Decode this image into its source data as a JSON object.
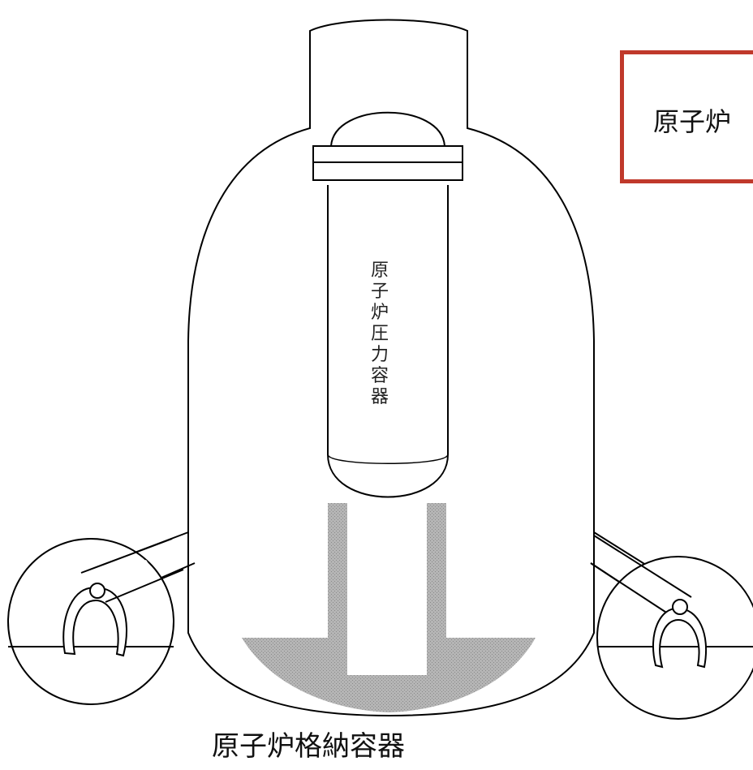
{
  "diagram": {
    "vessel_label": "原子炉圧力容器",
    "containment_label": "原子炉格納容器",
    "callout_text": "原子炉",
    "colors": {
      "line": "#000000",
      "concrete": "#a9a9a9",
      "callout_border": "#c0392b"
    }
  }
}
